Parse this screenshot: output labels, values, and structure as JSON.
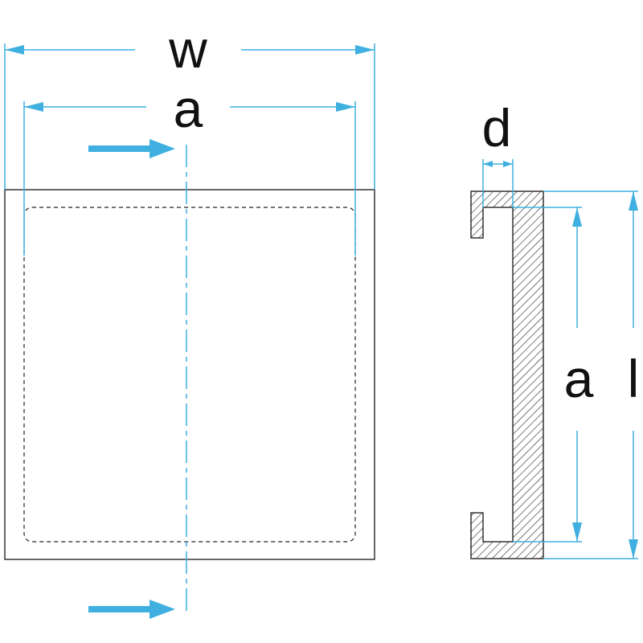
{
  "labels": {
    "width": "w",
    "inner_width": "a",
    "thickness": "d",
    "inner_height": "a",
    "height": "l"
  },
  "colors": {
    "dimension": "#3fb0e0",
    "outline": "#333333",
    "text": "#111111"
  },
  "icons": {
    "section_arrow": "right-arrow-icon"
  }
}
